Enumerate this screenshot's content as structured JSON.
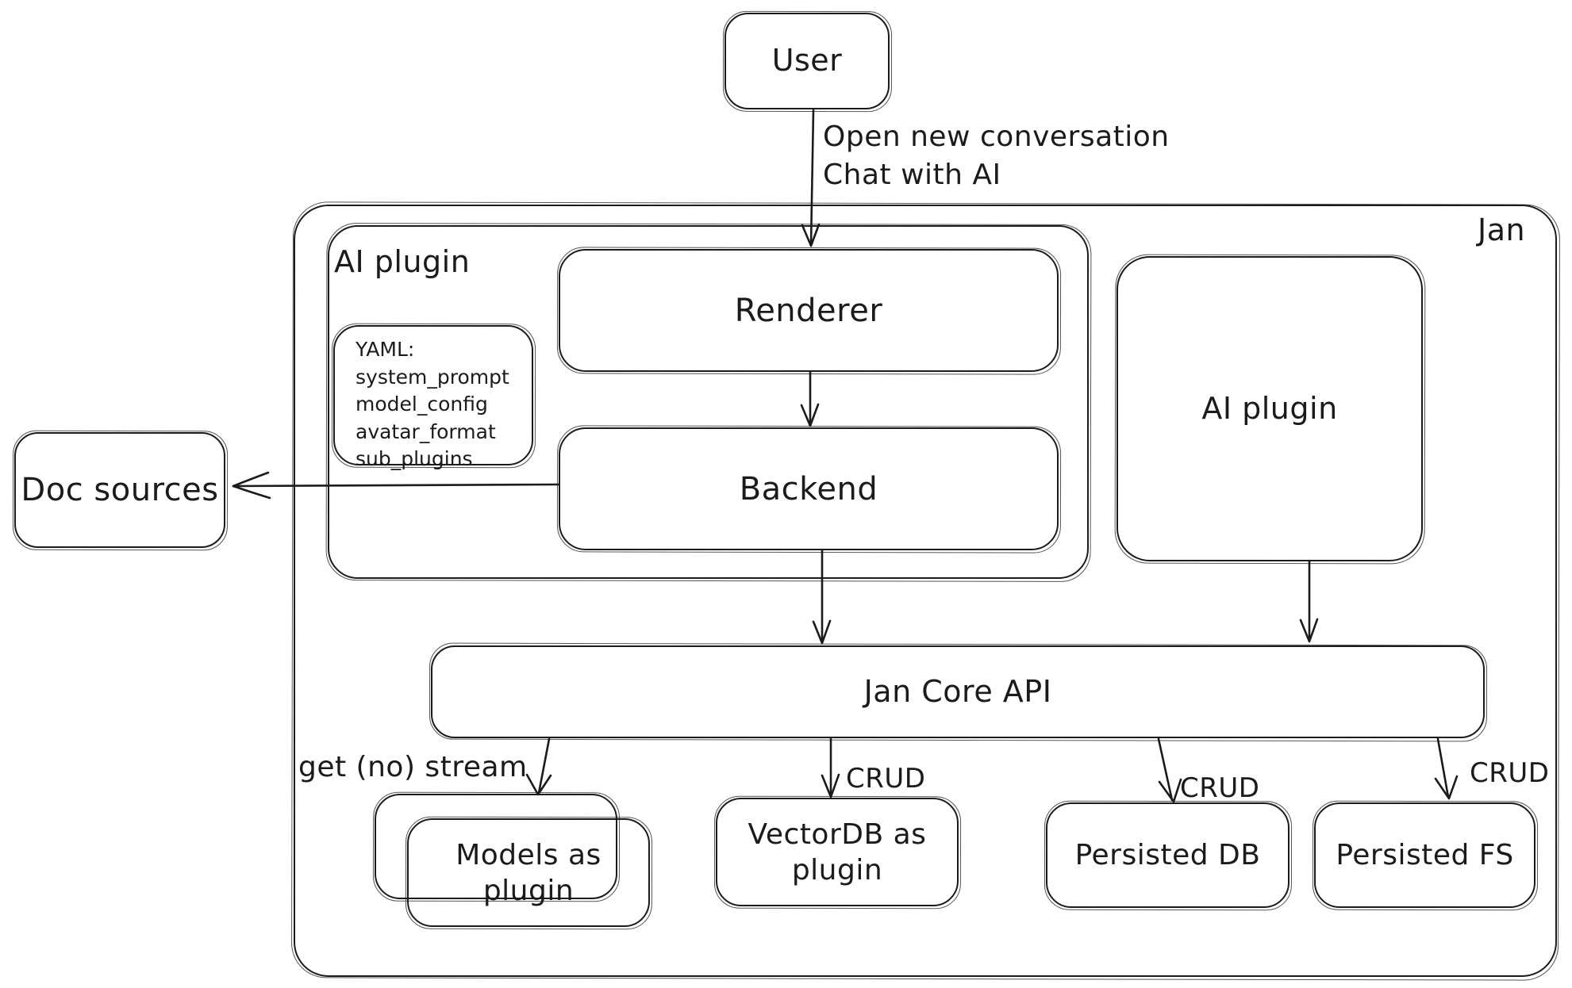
{
  "colors": {
    "stroke": "#1b1b1b",
    "background": "#ffffff"
  },
  "nodes": {
    "user": {
      "label": "User"
    },
    "jan": {
      "label": "Jan"
    },
    "ai_plugin_left": {
      "label": "AI plugin"
    },
    "ai_plugin_right": {
      "label": "AI plugin"
    },
    "renderer": {
      "label": "Renderer"
    },
    "backend": {
      "label": "Backend"
    },
    "yaml_note": {
      "title": "YAML:",
      "lines": [
        "system_prompt",
        "model_config",
        "avatar_format",
        "sub_plugins"
      ]
    },
    "doc_sources": {
      "label": "Doc sources"
    },
    "jan_core_api": {
      "label": "Jan Core API"
    },
    "models_plugin": {
      "label": "Models as plugin"
    },
    "vectordb_plugin": {
      "label": "VectorDB as plugin"
    },
    "persisted_db": {
      "label": "Persisted DB"
    },
    "persisted_fs": {
      "label": "Persisted FS"
    }
  },
  "edges": {
    "user_flow": {
      "line1": "Open new conversation",
      "line2": "Chat with AI"
    },
    "get_no_stream": {
      "label": "get (no) stream"
    },
    "crud_vectordb": {
      "label": "CRUD"
    },
    "crud_db": {
      "label": "CRUD"
    },
    "crud_fs": {
      "label": "CRUD"
    }
  }
}
